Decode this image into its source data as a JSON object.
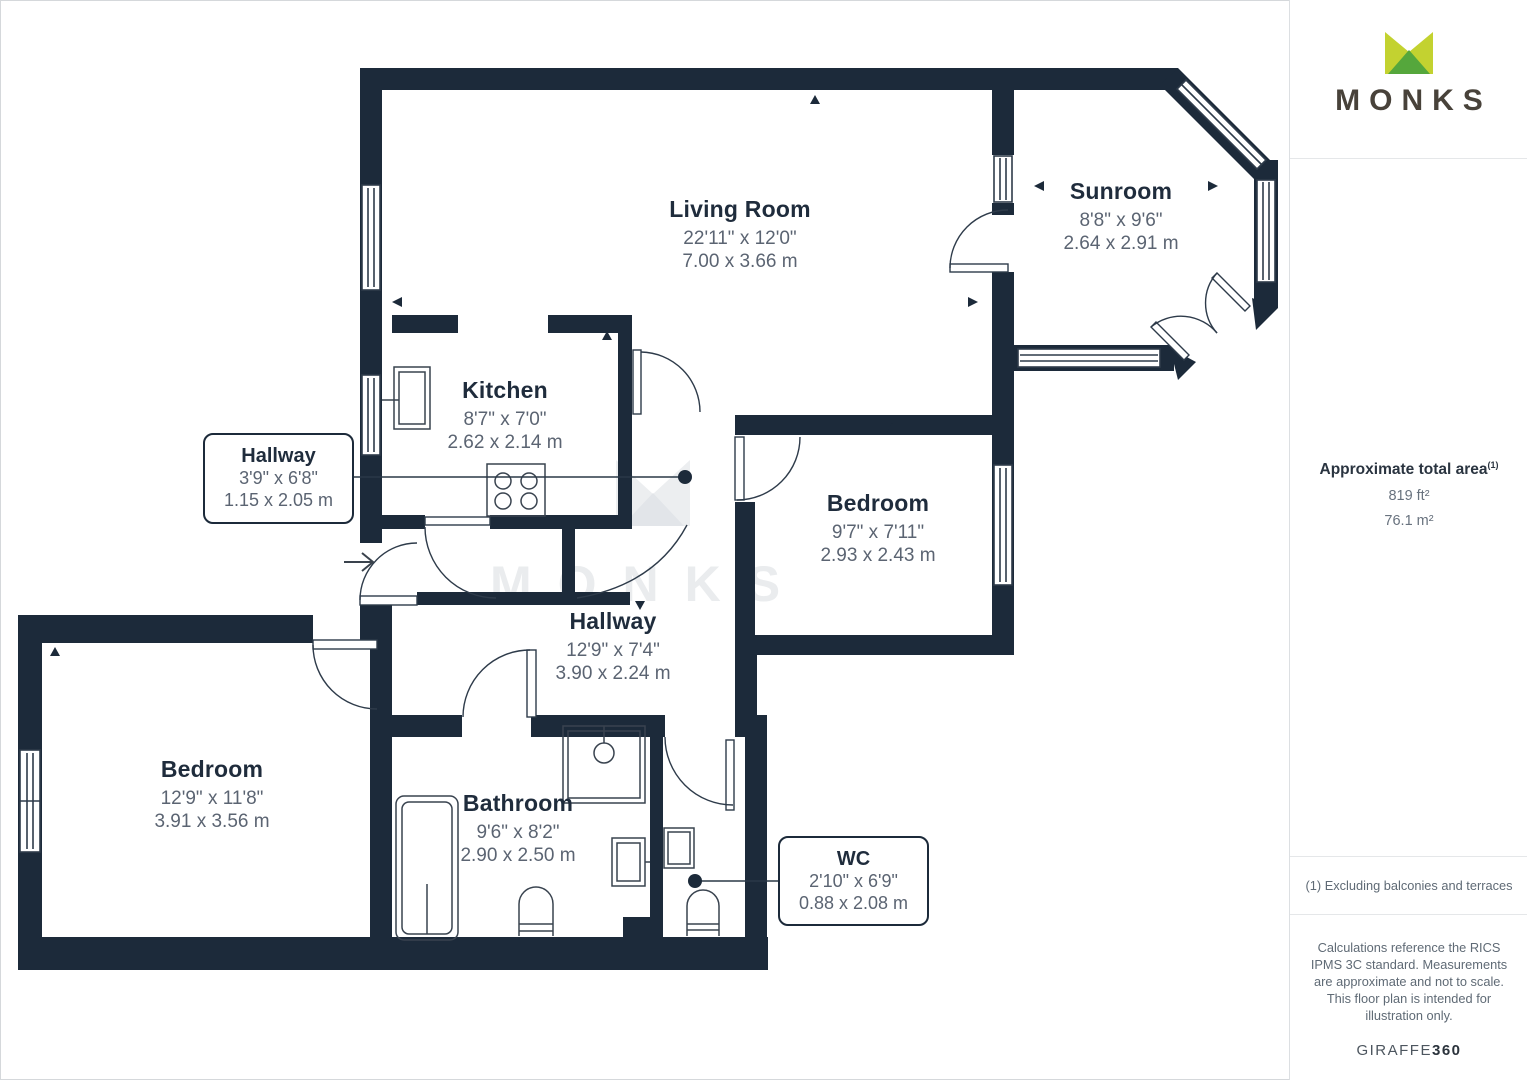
{
  "branding": {
    "logo_text": "MONKS",
    "watermark_text": "MONKS"
  },
  "rooms": [
    {
      "id": "living-room",
      "name": "Living Room",
      "imperial": "22'11\" x 12'0\"",
      "metric": "7.00 x 3.66 m"
    },
    {
      "id": "sunroom",
      "name": "Sunroom",
      "imperial": "8'8\" x 9'6\"",
      "metric": "2.64 x 2.91 m"
    },
    {
      "id": "kitchen",
      "name": "Kitchen",
      "imperial": "8'7\" x 7'0\"",
      "metric": "2.62 x 2.14 m"
    },
    {
      "id": "hallway-small",
      "name": "Hallway",
      "imperial": "3'9\" x 6'8\"",
      "metric": "1.15 x 2.05 m"
    },
    {
      "id": "bedroom-right",
      "name": "Bedroom",
      "imperial": "9'7\" x 7'11\"",
      "metric": "2.93 x 2.43 m"
    },
    {
      "id": "hallway-main",
      "name": "Hallway",
      "imperial": "12'9\" x 7'4\"",
      "metric": "3.90 x 2.24 m"
    },
    {
      "id": "bedroom-left",
      "name": "Bedroom",
      "imperial": "12'9\" x 11'8\"",
      "metric": "3.91 x 3.56 m"
    },
    {
      "id": "bathroom",
      "name": "Bathroom",
      "imperial": "9'6\" x 8'2\"",
      "metric": "2.90 x 2.50 m"
    },
    {
      "id": "wc",
      "name": "WC",
      "imperial": "2'10\" x 6'9\"",
      "metric": "0.88 x 2.08 m"
    }
  ],
  "sidebar": {
    "area_title": "Approximate total area",
    "area_footnote_marker": "(1)",
    "area_imperial": "819 ft²",
    "area_metric": "76.1 m²",
    "footnote": "(1) Excluding balconies and terraces",
    "disclaimer": "Calculations reference the RICS IPMS 3C standard. Measurements are approximate and not to scale. This floor plan is intended for illustration only.",
    "credit_name": "GIRAFFE",
    "credit_number": "360"
  },
  "colors": {
    "wall": "#1c2a3a",
    "room_name": "#1f2c3c",
    "dimensions": "#5b6472",
    "logo_light_green": "#c3d230",
    "logo_dark_green": "#55a73c",
    "logo_wordmark": "#48423a",
    "watermark": "#eaecee"
  }
}
